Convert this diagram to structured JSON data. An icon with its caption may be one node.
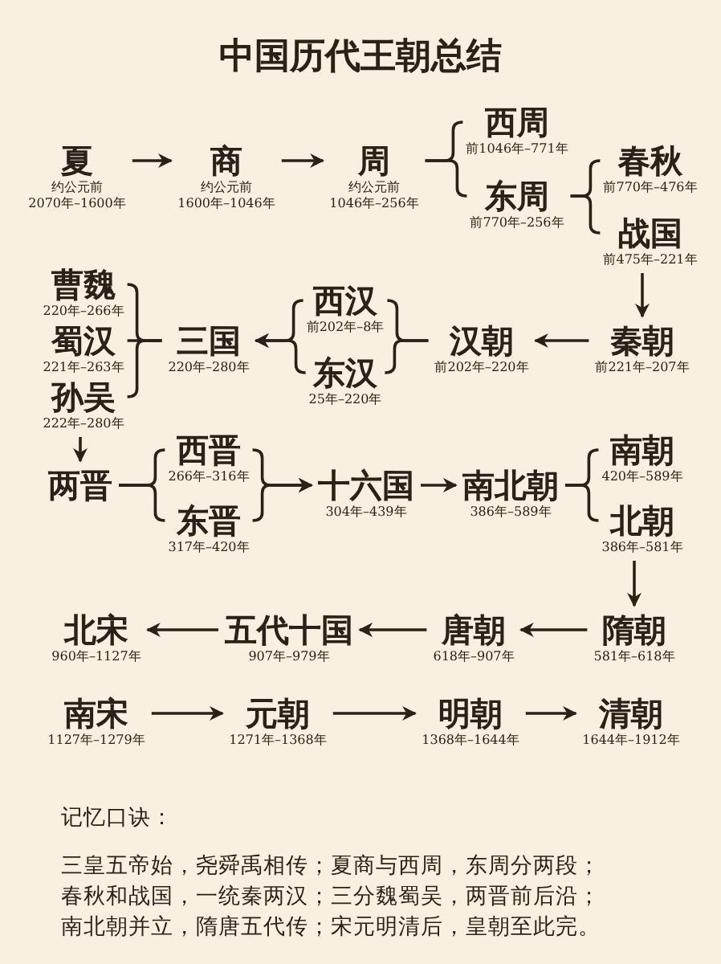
{
  "diagram": {
    "title": "中国历代王朝总结",
    "nodes": [
      {
        "text": [
          "夏",
          "约公元前 2070年–1600年"
        ]
      },
      {
        "text": [
          "商",
          "约公元前 1600年–1046年"
        ]
      },
      {
        "text": [
          "周",
          "约公元前 1046年–256年"
        ]
      },
      {
        "text": [
          "西周",
          "前1046年–771年"
        ]
      },
      {
        "text": [
          "东周",
          "前770年–256年"
        ]
      },
      {
        "text": [
          "春秋",
          "前770年–476年"
        ]
      },
      {
        "text": [
          "战国",
          "前475年–221年"
        ]
      },
      {
        "text": [
          "秦朝",
          "前221年–207年"
        ]
      },
      {
        "text": [
          "汉朝",
          "前202年–220年"
        ]
      },
      {
        "text": [
          "西汉",
          "前202年–8年"
        ]
      },
      {
        "text": [
          "东汉",
          "25年–220年"
        ]
      },
      {
        "text": [
          "三国",
          "220年–280年"
        ]
      },
      {
        "text": [
          "曹魏",
          "220年–266年"
        ]
      },
      {
        "text": [
          "蜀汉",
          "221年–263年"
        ]
      },
      {
        "text": [
          "孙吴",
          "222年–280年"
        ]
      },
      {
        "text": [
          "两晋"
        ]
      },
      {
        "text": [
          "西晋",
          "266年–316年"
        ]
      },
      {
        "text": [
          "东晋",
          "317年–420年"
        ]
      },
      {
        "text": [
          "十六国",
          "304年–439年"
        ]
      },
      {
        "text": [
          "南北朝",
          "386年–589年"
        ]
      },
      {
        "text": [
          "南朝",
          "420年–589年"
        ]
      },
      {
        "text": [
          "北朝",
          "386年–581年"
        ]
      },
      {
        "text": [
          "隋朝",
          "581年–618年"
        ]
      },
      {
        "text": [
          "唐朝",
          "618年–907年"
        ]
      },
      {
        "text": [
          "五代十国",
          "907年–979年"
        ]
      },
      {
        "text": [
          "北宋",
          "960年–1127年"
        ]
      },
      {
        "text": [
          "南宋",
          "1127年–1279年"
        ]
      },
      {
        "text": [
          "元朝",
          "1271年–1368年"
        ]
      },
      {
        "text": [
          "明朝",
          "1368年–1644年"
        ]
      },
      {
        "text": [
          "清朝",
          "1644年–1912年"
        ]
      }
    ],
    "edges": [
      {
        "from": 0,
        "to": 1,
        "arrow": "to"
      },
      {
        "from": 1,
        "to": 2,
        "arrow": "to"
      },
      {
        "from": 2,
        "to": 3,
        "arrow": "none"
      },
      {
        "from": 2,
        "to": 4,
        "arrow": "none"
      },
      {
        "from": 4,
        "to": 5,
        "arrow": "none"
      },
      {
        "from": 4,
        "to": 6,
        "arrow": "none"
      },
      {
        "from": 6,
        "to": 7,
        "arrow": "to"
      },
      {
        "from": 7,
        "to": 8,
        "arrow": "to"
      },
      {
        "from": 8,
        "to": 9,
        "arrow": "none"
      },
      {
        "from": 8,
        "to": 10,
        "arrow": "none"
      },
      {
        "from": 9,
        "to": 11,
        "arrow": "to"
      },
      {
        "from": 10,
        "to": 11,
        "arrow": "to"
      },
      {
        "from": 11,
        "to": 12,
        "arrow": "none"
      },
      {
        "from": 11,
        "to": 13,
        "arrow": "none"
      },
      {
        "from": 11,
        "to": 14,
        "arrow": "none"
      },
      {
        "from": 14,
        "to": 15,
        "arrow": "to"
      },
      {
        "from": 15,
        "to": 16,
        "arrow": "none"
      },
      {
        "from": 15,
        "to": 17,
        "arrow": "none"
      },
      {
        "from": 16,
        "to": 18,
        "arrow": "to"
      },
      {
        "from": 17,
        "to": 18,
        "arrow": "to"
      },
      {
        "from": 18,
        "to": 19,
        "arrow": "to"
      },
      {
        "from": 19,
        "to": 20,
        "arrow": "none"
      },
      {
        "from": 19,
        "to": 21,
        "arrow": "none"
      },
      {
        "from": 21,
        "to": 22,
        "arrow": "to"
      },
      {
        "from": 22,
        "to": 23,
        "arrow": "to"
      },
      {
        "from": 23,
        "to": 24,
        "arrow": "to"
      },
      {
        "from": 24,
        "to": 25,
        "arrow": "to"
      },
      {
        "from": 26,
        "to": 27,
        "arrow": "to"
      },
      {
        "from": 27,
        "to": 28,
        "arrow": "to"
      },
      {
        "from": 28,
        "to": 29,
        "arrow": "to"
      }
    ],
    "labels": [
      "记忆口诀：",
      "三皇五帝始，尧舜禹相传；夏商与西周，东周分两段；",
      "春秋和战国，一统秦两汉；三分魏蜀吴，两晋前后沿；",
      "南北朝并立，隋唐五代传；宋元明清后，皇朝至此完。"
    ]
  }
}
